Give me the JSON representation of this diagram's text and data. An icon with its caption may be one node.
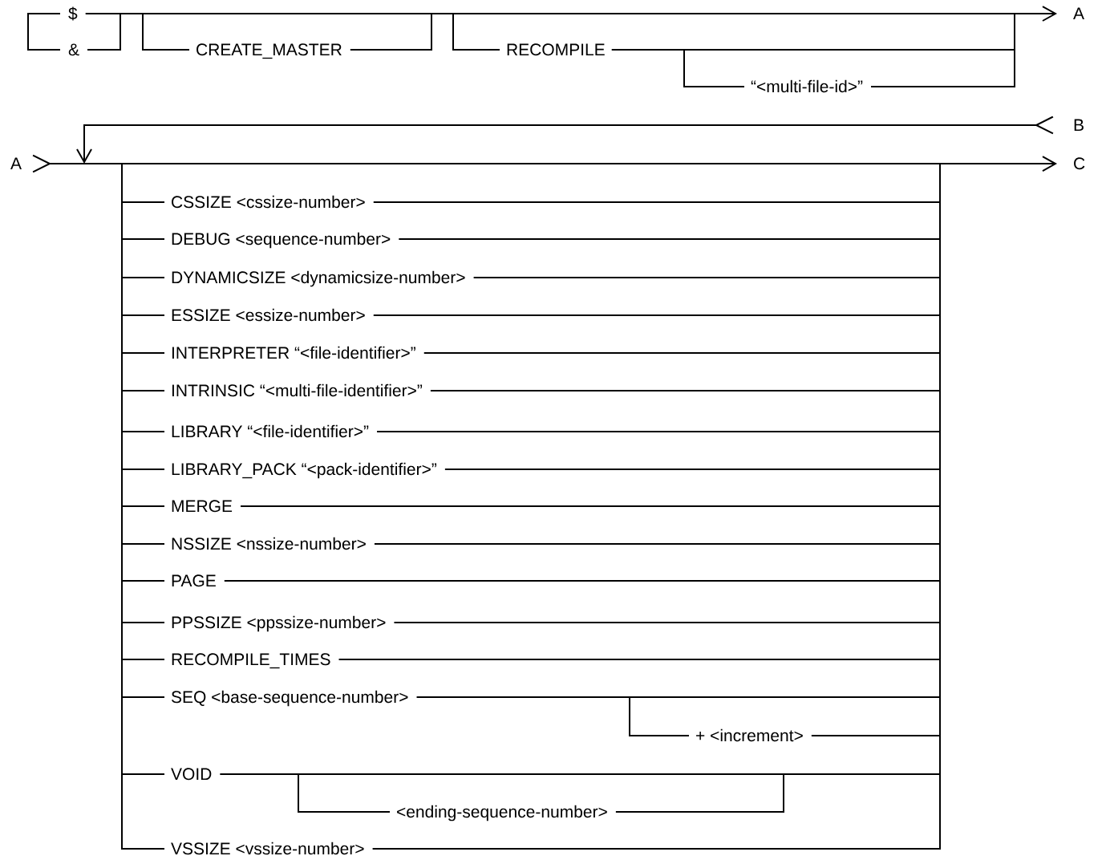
{
  "diagram": {
    "labels": [
      "$",
      "&",
      "CREATE_MASTER",
      "RECOMPILE",
      "A",
      "“<multi-file-id>”",
      "B",
      "A",
      "C",
      "CSSIZE <cssize-number>",
      "DEBUG <sequence-number>",
      "DYNAMICSIZE <dynamicsize-number>",
      "ESSIZE <essize-number>",
      "INTERPRETER “<file-identifier>”",
      "INTRINSIC “<multi-file-identifier>”",
      "LIBRARY “<file-identifier>”",
      "LIBRARY_PACK “<pack-identifier>”",
      "MERGE",
      "NSSIZE <nssize-number>",
      "PAGE",
      "PPSSIZE <ppssize-number>",
      "RECOMPILE_TIMES",
      "SEQ <base-sequence-number>",
      "+ <increment>",
      "VOID",
      "<ending-sequence-number>",
      "VSSIZE <vssize-number>"
    ]
  }
}
